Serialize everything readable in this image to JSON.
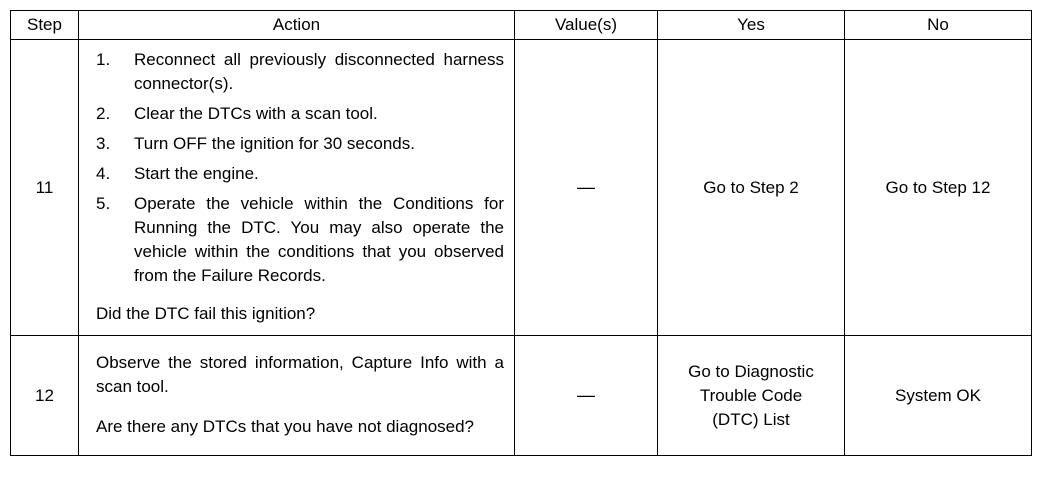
{
  "headers": {
    "step": "Step",
    "action": "Action",
    "values": "Value(s)",
    "yes": "Yes",
    "no": "No"
  },
  "rows": [
    {
      "step": "11",
      "action_items": [
        {
          "num": "1.",
          "text": "Reconnect all previously disconnected harness connector(s)."
        },
        {
          "num": "2.",
          "text": "Clear the DTCs with a scan tool."
        },
        {
          "num": "3.",
          "text": "Turn OFF the ignition for 30 seconds."
        },
        {
          "num": "4.",
          "text": "Start the engine."
        },
        {
          "num": "5.",
          "text": "Operate the vehicle within the Conditions for Running the DTC. You may also operate the vehicle within the conditions that you observed from the Failure Records."
        }
      ],
      "question": "Did the DTC fail this ignition?",
      "value": "—",
      "yes": "Go to Step 2",
      "no": "Go to Step 12"
    },
    {
      "step": "12",
      "action_para": "Observe the stored information, Capture Info with a scan tool.",
      "question": "Are there any DTCs that you have not diagnosed?",
      "value": "—",
      "yes_lines": [
        "Go to Diagnostic",
        "Trouble Code",
        "(DTC) List"
      ],
      "no": "System OK"
    }
  ]
}
